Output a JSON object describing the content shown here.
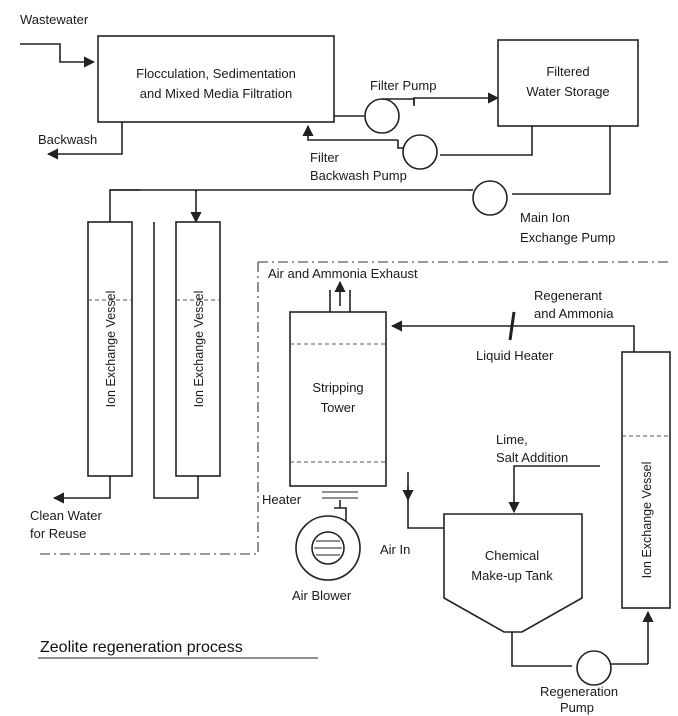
{
  "title": "Zeolite regeneration process",
  "labels": {
    "wastewater": "Wastewater",
    "flocculation_line1": "Flocculation, Sedimentation",
    "flocculation_line2": "and Mixed Media Filtration",
    "filter_pump": "Filter Pump",
    "filtered_line1": "Filtered",
    "filtered_line2": "Water Storage",
    "backwash": "Backwash",
    "filter_backwash_line1": "Filter",
    "filter_backwash_line2": "Backwash Pump",
    "main_ion_line1": "Main Ion",
    "main_ion_line2": "Exchange Pump",
    "ion_vessel": "Ion Exchange Vessel",
    "air_ammonia_exhaust": "Air and Ammonia Exhaust",
    "regenerant_line1": "Regenerant",
    "regenerant_line2": "and Ammonia",
    "liquid_heater": "Liquid  Heater",
    "stripping_line1": "Stripping",
    "stripping_line2": "Tower",
    "lime_line1": "Lime,",
    "lime_line2": "Salt Addition",
    "heater": "Heater",
    "air_in": "Air In",
    "chemical_line1": "Chemical",
    "chemical_line2": "Make-up Tank",
    "air_blower": "Air Blower",
    "clean_water_line1": "Clean Water",
    "clean_water_line2": "for Reuse",
    "regeneration_line1": "Regeneration",
    "regeneration_line2": "Pump"
  }
}
